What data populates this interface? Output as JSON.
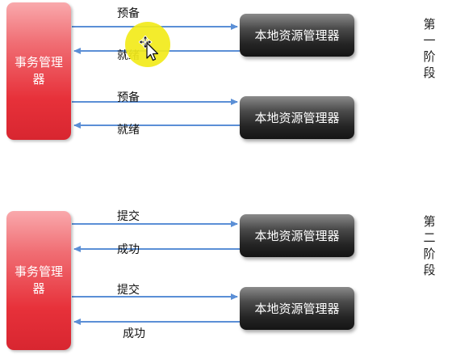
{
  "phase1": {
    "stage_label": "第一阶段",
    "coordinator": "事务管理器",
    "resource_managers": [
      {
        "label": "本地资源管理器",
        "request": "预备",
        "response": "就绪"
      },
      {
        "label": "本地资源管理器",
        "request": "预备",
        "response": "就绪"
      }
    ]
  },
  "phase2": {
    "stage_label": "第二阶段",
    "coordinator": "事务管理器",
    "resource_managers": [
      {
        "label": "本地资源管理器",
        "request": "提交",
        "response": "成功"
      },
      {
        "label": "本地资源管理器",
        "request": "提交",
        "response": "成功"
      }
    ]
  },
  "colors": {
    "coordinator": "#e7313a",
    "resource_manager": "#252525",
    "arrow": "#5b8fd6",
    "cursor_highlight": "#f2ea1a"
  },
  "icons": {
    "cursor": "move-cursor-icon"
  }
}
